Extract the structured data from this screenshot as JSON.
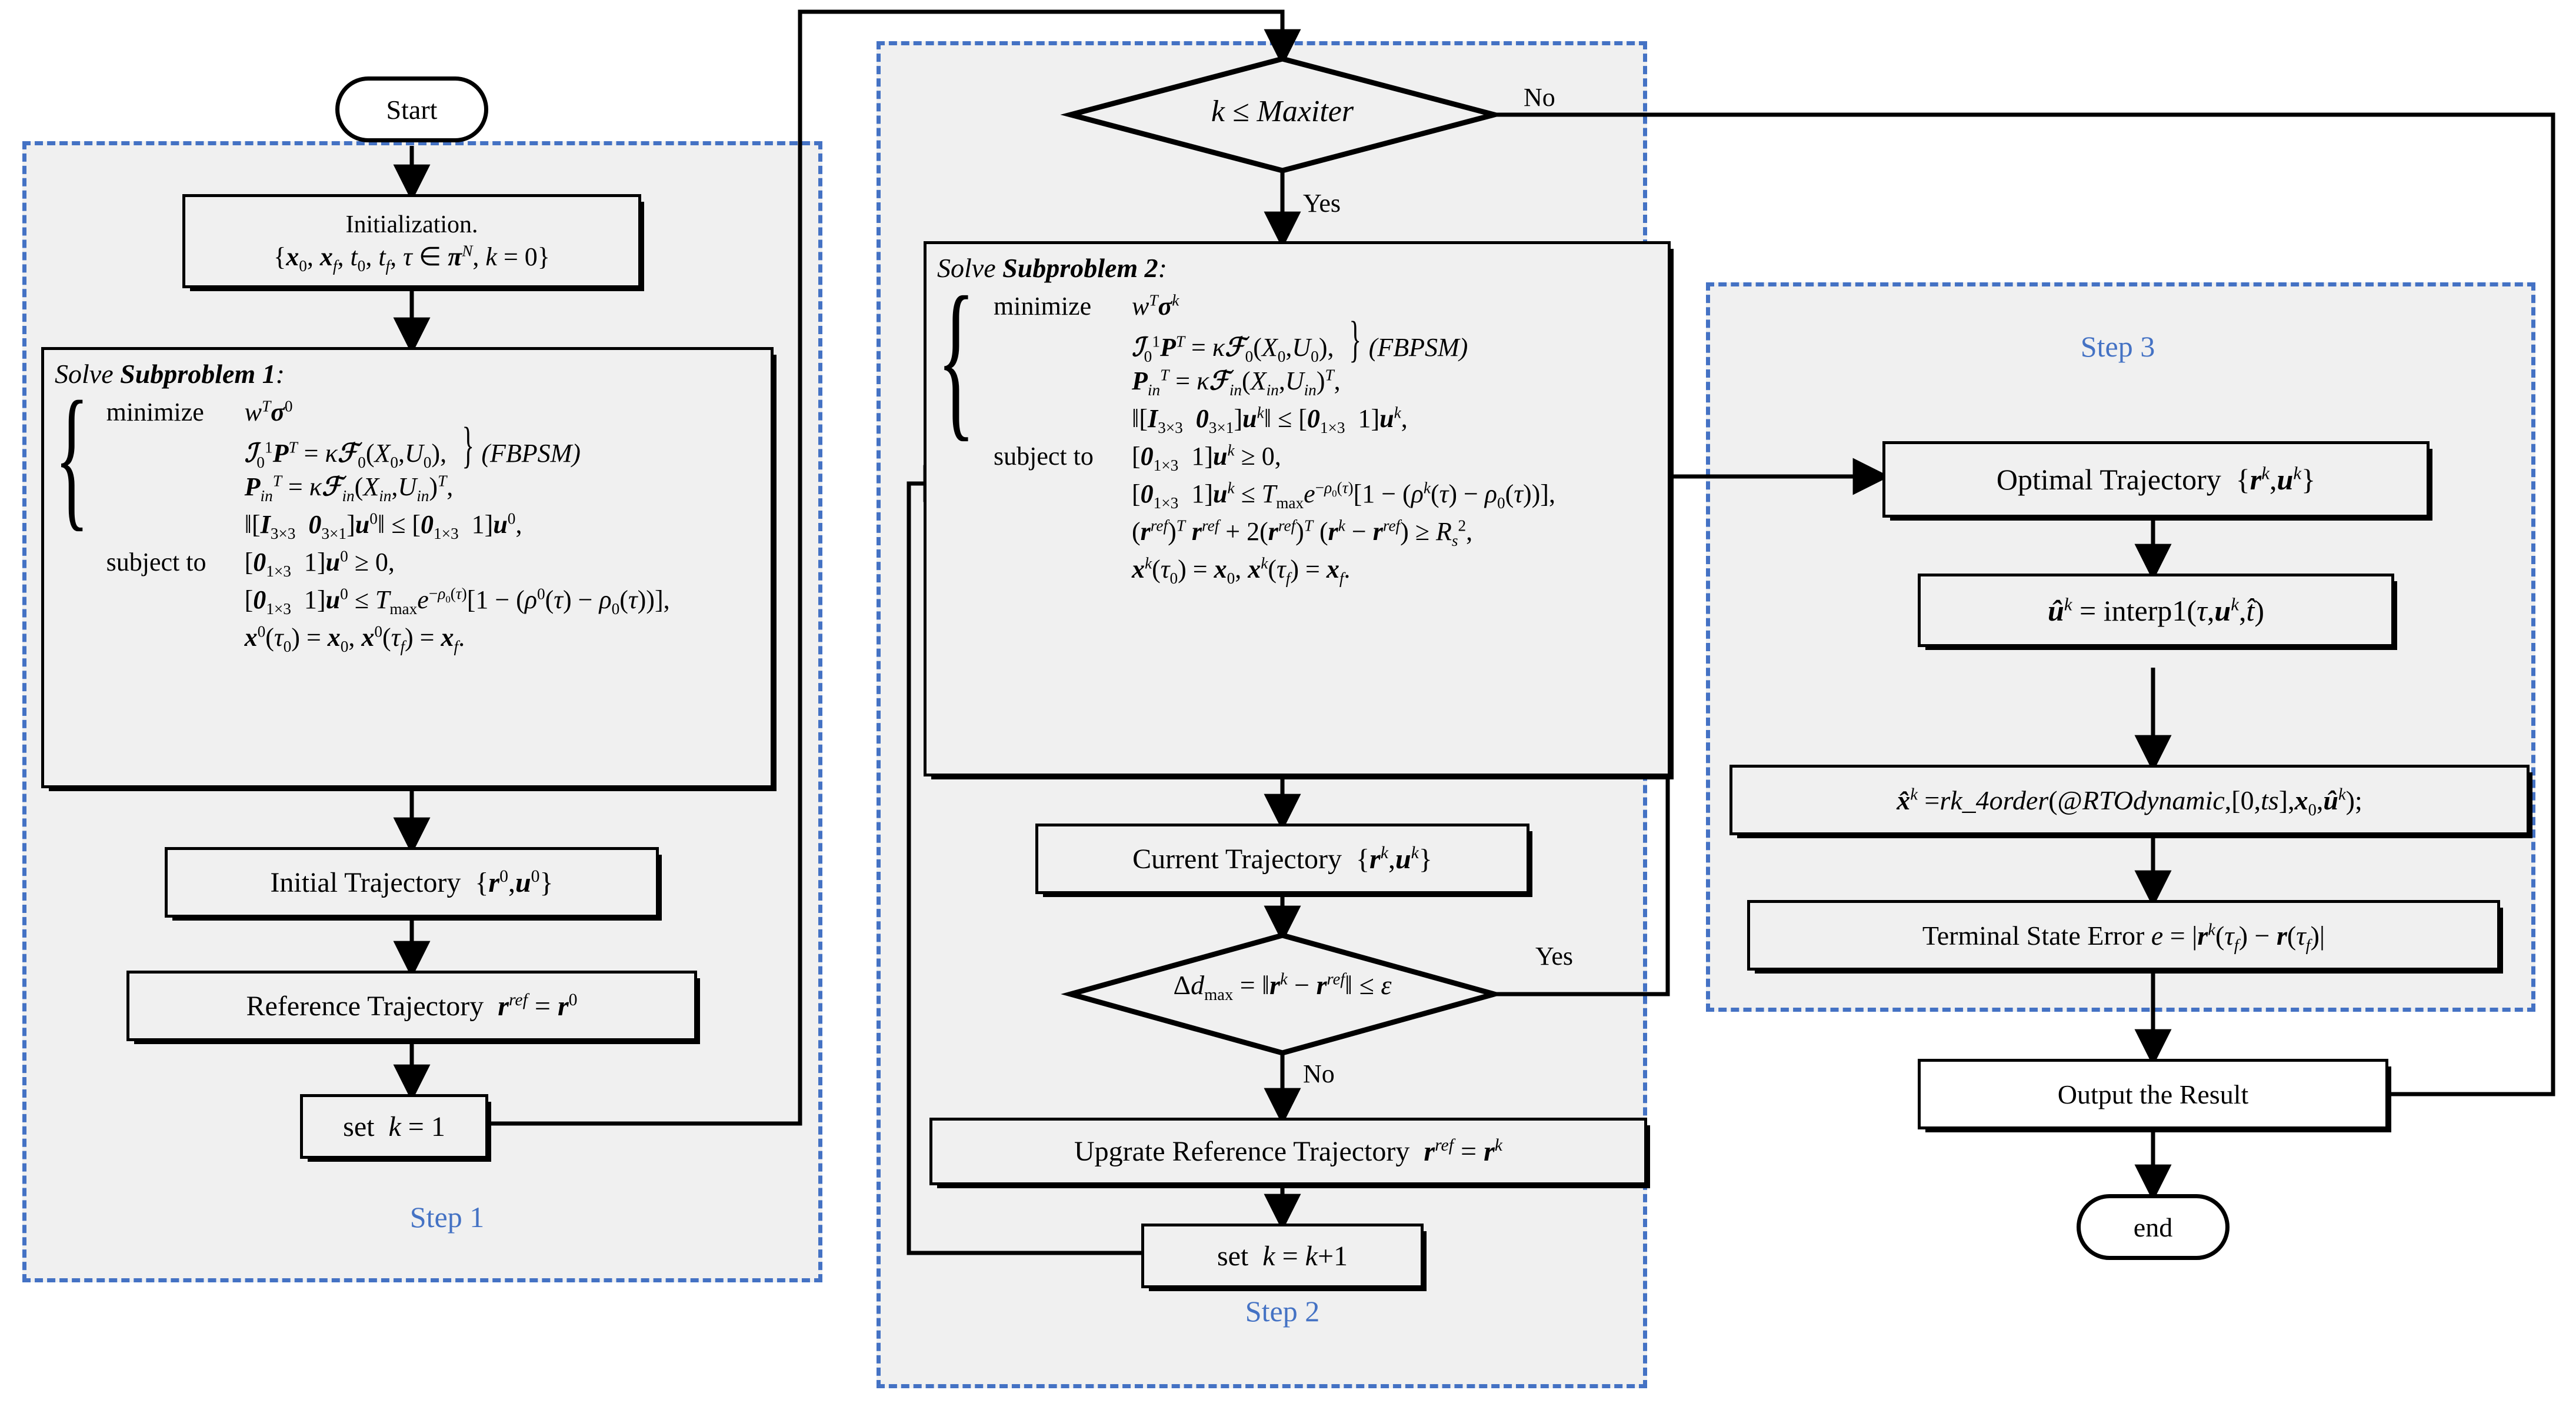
{
  "title": "Sequential convex programming trajectory optimization flowchart",
  "colors": {
    "accent_blue": "#4472C4",
    "region_fill": "#f0f0f0",
    "line": "#000000"
  },
  "regions": [
    {
      "id": "step1",
      "label": "Step 1"
    },
    {
      "id": "step2",
      "label": "Step 2"
    },
    {
      "id": "step3",
      "label": "Step 3"
    }
  ],
  "terminals": {
    "start": "Start",
    "end": "end"
  },
  "step1": {
    "init_line1": "Initialization.",
    "init_line2": "{x₀, x_f, t₀, t_f, τ ∈ πᴺ, k = 0}",
    "subproblem_title_solve": "Solve",
    "subproblem_title_name": "Subproblem 1",
    "subproblem_title_colon": ":",
    "minimize_label": "minimize",
    "minimize_expr": "wᵀσ⁰",
    "subject_label": "subject to",
    "fbpsm_tag": "(FBPSM)",
    "c1": "ℐ₀¹Pᵀ = κℱ₀(X₀,U₀),",
    "c2": "P_inᵀ = κℱ_in(X_in,U_in)ᵀ,",
    "c3": "‖[I₃ₓ₃  0₃ₓ₁]u⁰‖ ≤ [0₁ₓ₃  1]u⁰,",
    "c4": "[0₁ₓ₃  1]u⁰ ≥ 0,",
    "c5": "[0₁ₓ₃  1]u⁰ ≤ T_max e^(−ρ₀(τ))[1 − (ρ⁰(τ) − ρ₀(τ))],",
    "c6": "x⁰(τ₀) = x₀, x⁰(τ_f) = x_f.",
    "initial_traj": "Initial Trajectory {r⁰, u⁰}",
    "reference_traj": "Reference Trajectory r^ref = r⁰",
    "set_k": "set k = 1"
  },
  "step2": {
    "decision_maxiter": "k ≤ Maxiter",
    "yes": "Yes",
    "no": "No",
    "subproblem_title_solve": "Solve",
    "subproblem_title_name": "Subproblem 2",
    "subproblem_title_colon": ":",
    "minimize_label": "minimize",
    "minimize_expr": "wᵀσᵏ",
    "subject_label": "subject to",
    "fbpsm_tag": "(FBPSM)",
    "c1": "ℐ₀¹Pᵀ = κℱ₀(X₀,U₀),",
    "c2": "P_inᵀ = κℱ_in(X_in,U_in)ᵀ,",
    "c3": "‖[I₃ₓ₃  0₃ₓ₁]uᵏ‖ ≤ [0₁ₓ₃  1]uᵏ,",
    "c4": "[0₁ₓ₃  1]uᵏ ≥ 0,",
    "c5": "[0₁ₓ₃  1]uᵏ ≤ T_max e^(−ρ₀(τ))[1 − (ρᵏ(τ) − ρ₀(τ))],",
    "c6": "(r^ref)ᵀ r^ref + 2(r^ref)ᵀ(rᵏ − r^ref) ≥ R_s²,",
    "c7": "xᵏ(τ₀) = x₀, xᵏ(τ_f) = x_f.",
    "current_traj": "Current Trajectory {rᵏ, uᵏ}",
    "decision_converge": "Δd_max = ‖rᵏ − r^ref‖ ≤ ε",
    "upgrate": "Upgrate Reference Trajectory r^ref = rᵏ",
    "set_k": "set k = k+1"
  },
  "step3": {
    "optimal_traj": "Optimal Trajectory {rᵏ, uᵏ}",
    "interp": "û ᵏ = interp1(τ, uᵏ, t̂ )",
    "rk4": "x̂ᵏ = rk_4order(@RTOdynamic, [0, ts], x₀, ûᵏ);",
    "terminal_err": "Terminal State Error e = |rᵏ(τ_f) − r(τ_f)|",
    "output": "Output the Result"
  }
}
